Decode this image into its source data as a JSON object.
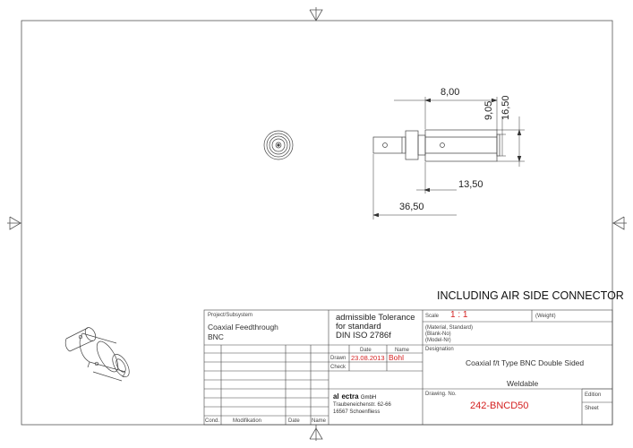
{
  "note": "INCLUDING AIR SIDE CONNECTOR",
  "dimensions": {
    "d1": "8,00",
    "d2": "9,05",
    "d3": "16,50",
    "d4": "13,50",
    "d5": "36,50"
  },
  "title_block": {
    "project_label": "Project/Subsystem",
    "project_line1": "Coaxial Feedthrough",
    "project_line2": "BNC",
    "tolerance_line1": "admissible Tolerance",
    "tolerance_line2": "for standard",
    "tolerance_line3": "DIN ISO 2786f",
    "scale_label": "Scale",
    "scale_value": "1 : 1",
    "weight_label": "(Weight)",
    "material_label": "(Material, Standard)",
    "blank_label": "(Blank-No)",
    "model_label": "(Model-Nr)",
    "designation_label": "Designation",
    "designation_value": "Coaxial f/t Type BNC Double Sided",
    "designation_value2": "Weldable",
    "date_header": "Date",
    "name_header": "Name",
    "drawn_label": "Drawn",
    "drawn_date": "23.08.2013",
    "drawn_name": "Bohl",
    "check_label": "Check",
    "company_a": "a",
    "company_rest": "ectra",
    "company_suffix": "GmbH",
    "company_street": "Traubeneichenstr. 62-66",
    "company_city": "16567 Schoenfliess",
    "drawing_no_label": "Drawing. No.",
    "drawing_no_value": "242-BNCD50",
    "edition_label": "Edition",
    "sheet_label": "Sheet",
    "cond_label": "Cond.",
    "modification_label": "Modifikation",
    "date_label": "Date",
    "name_label": "Name"
  }
}
